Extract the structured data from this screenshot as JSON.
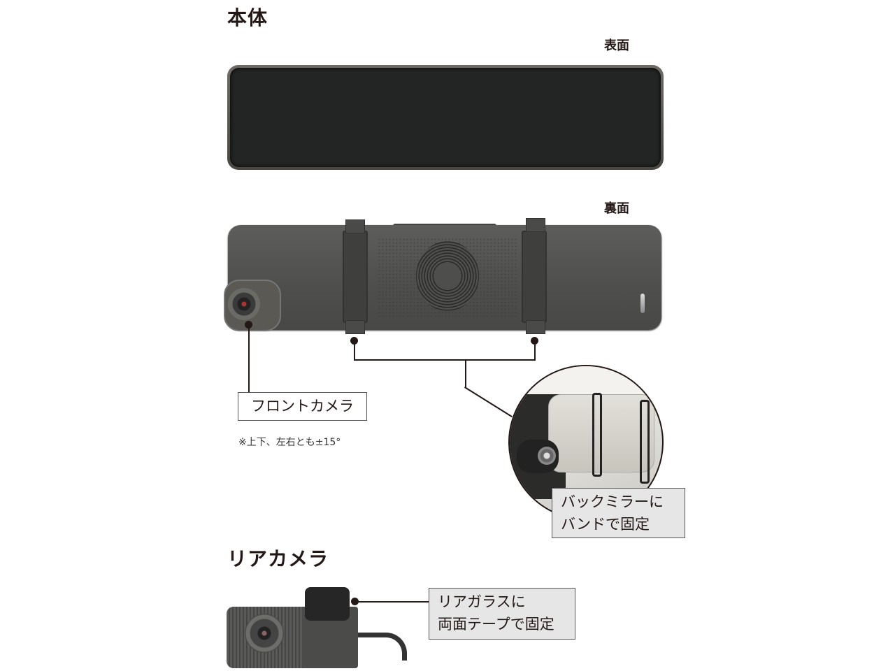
{
  "sections": {
    "main_unit": {
      "title": "本体"
    },
    "rear_camera": {
      "title": "リアカメラ"
    }
  },
  "views": {
    "front_label": "表面",
    "back_label": "裏面"
  },
  "callouts": {
    "front_camera": {
      "label": "フロントカメラ",
      "note": "※上下、左右とも±15°"
    },
    "band_mount": {
      "line1": "バックミラーに",
      "line2": "バンドで固定"
    },
    "rear_mount": {
      "line1": "リアガラスに",
      "line2": "両面テープで固定"
    }
  },
  "colors": {
    "text": "#231815",
    "callout_gray_bg": "#e6e6e6",
    "callout_border": "#555555",
    "screen": "#232524",
    "body": "#4e4e4c"
  }
}
